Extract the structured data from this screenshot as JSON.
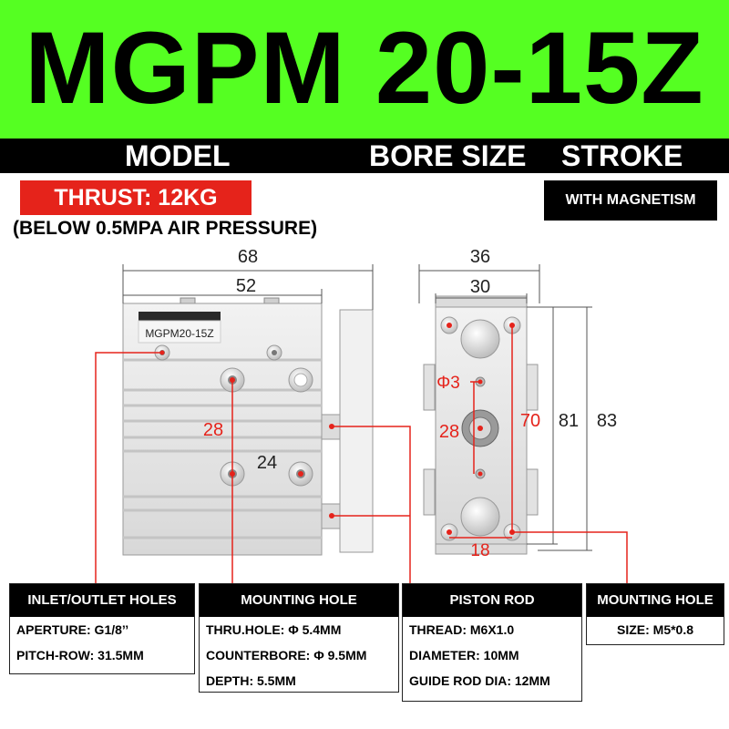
{
  "header": {
    "title": "MGPM 20-15Z"
  },
  "label_bar": {
    "model": "MODEL",
    "bore_size": "BORE SIZE",
    "stroke": "STROKE"
  },
  "thrust": "THRUST: 12KG",
  "pressure_note": "(BELOW 0.5MPA AIR PRESSURE)",
  "magnetism": "WITH MAGNETISM",
  "side_view": {
    "part_label": "MGPM20-15Z",
    "dim_overall": "68",
    "dim_body": "52",
    "dim_port_spacing": "28",
    "dim_hole_spacing": "24"
  },
  "end_view": {
    "dim_width": "36",
    "dim_inner_width": "30",
    "dim_rod_hole": "Φ3",
    "dim_center": "28",
    "dim_hole_pitch": "70",
    "dim_height_inner": "81",
    "dim_height": "83",
    "dim_bottom": "18"
  },
  "spec_boxes": {
    "inlet": {
      "title": "INLET/OUTLET HOLES",
      "rows": [
        "APERTURE: G1/8’’",
        "PITCH-ROW: 31.5MM"
      ]
    },
    "mount": {
      "title": "MOUNTING HOLE",
      "rows": [
        "THRU.HOLE: Φ 5.4MM",
        "COUNTERBORE: Φ 9.5MM",
        "DEPTH: 5.5MM"
      ]
    },
    "piston": {
      "title": "PISTON ROD",
      "rows": [
        "THREAD: M6X1.0",
        "DIAMETER: 10MM",
        "GUIDE ROD DIA: 12MM"
      ]
    },
    "mount2": {
      "title": "MOUNTING HOLE",
      "rows": [
        "SIZE: M5*0.8"
      ]
    }
  },
  "colors": {
    "banner": "#55ff22",
    "accent_red": "#e5231b",
    "dark": "#000000"
  }
}
